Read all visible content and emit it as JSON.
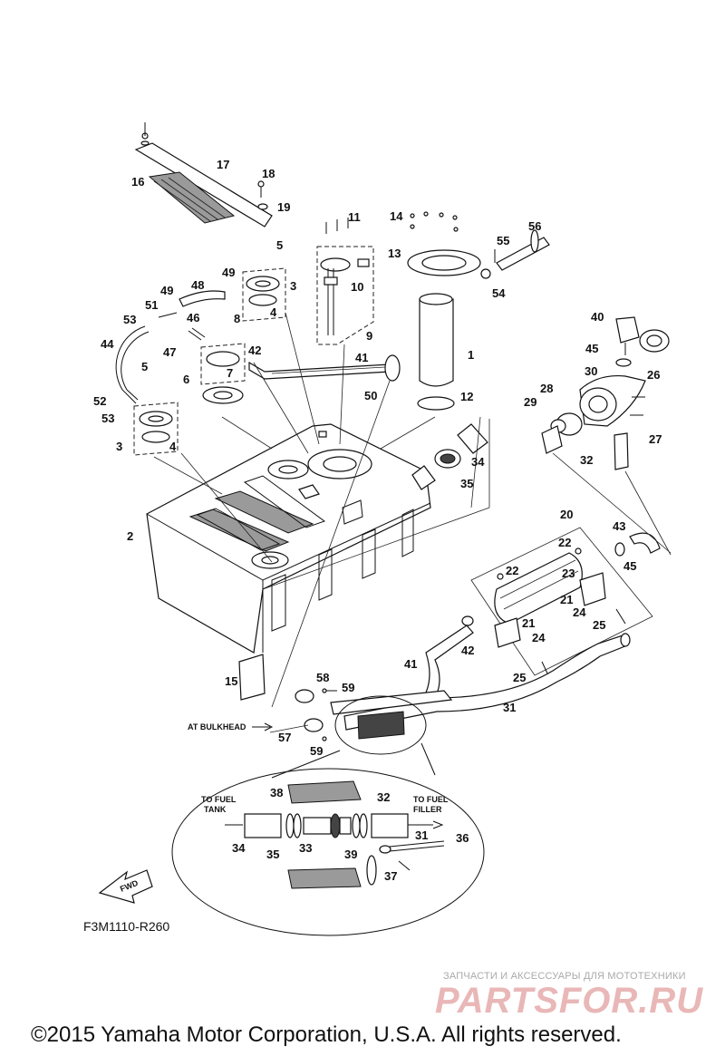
{
  "diagram_code": "F3M1110-R260",
  "watermark": {
    "subtitle": "ЗАПЧАСТИ И АКСЕССУАРЫ ДЛЯ МОТОТЕХНИКИ",
    "logo": "PARTSFOR.RU"
  },
  "copyright": "©2015 Yamaha Motor Corporation, U.S.A. All rights reserved.",
  "notes": {
    "at_bulkhead": "AT BULKHEAD",
    "to_fuel_tank_1": "TO FUEL",
    "to_fuel_tank_2": "TANK",
    "to_fuel_filler_1": "TO FUEL",
    "to_fuel_filler_2": "FILLER",
    "fwd": "FWD"
  },
  "labels": [
    {
      "id": "1",
      "text": "1"
    },
    {
      "id": "2",
      "text": "2"
    },
    {
      "id": "3a",
      "text": "3"
    },
    {
      "id": "3b",
      "text": "3"
    },
    {
      "id": "4a",
      "text": "4"
    },
    {
      "id": "4b",
      "text": "4"
    },
    {
      "id": "5a",
      "text": "5"
    },
    {
      "id": "5b",
      "text": "5"
    },
    {
      "id": "6",
      "text": "6"
    },
    {
      "id": "7",
      "text": "7"
    },
    {
      "id": "8",
      "text": "8"
    },
    {
      "id": "9",
      "text": "9"
    },
    {
      "id": "10",
      "text": "10"
    },
    {
      "id": "11",
      "text": "11"
    },
    {
      "id": "12",
      "text": "12"
    },
    {
      "id": "13",
      "text": "13"
    },
    {
      "id": "14",
      "text": "14"
    },
    {
      "id": "15",
      "text": "15"
    },
    {
      "id": "16",
      "text": "16"
    },
    {
      "id": "17",
      "text": "17"
    },
    {
      "id": "18",
      "text": "18"
    },
    {
      "id": "19",
      "text": "19"
    },
    {
      "id": "20",
      "text": "20"
    },
    {
      "id": "21a",
      "text": "21"
    },
    {
      "id": "21b",
      "text": "21"
    },
    {
      "id": "22a",
      "text": "22"
    },
    {
      "id": "22b",
      "text": "22"
    },
    {
      "id": "23",
      "text": "23"
    },
    {
      "id": "24a",
      "text": "24"
    },
    {
      "id": "24b",
      "text": "24"
    },
    {
      "id": "25a",
      "text": "25"
    },
    {
      "id": "25b",
      "text": "25"
    },
    {
      "id": "26",
      "text": "26"
    },
    {
      "id": "27",
      "text": "27"
    },
    {
      "id": "28",
      "text": "28"
    },
    {
      "id": "29",
      "text": "29"
    },
    {
      "id": "30",
      "text": "30"
    },
    {
      "id": "31a",
      "text": "31"
    },
    {
      "id": "31b",
      "text": "31"
    },
    {
      "id": "32a",
      "text": "32"
    },
    {
      "id": "32b",
      "text": "32"
    },
    {
      "id": "33",
      "text": "33"
    },
    {
      "id": "34a",
      "text": "34"
    },
    {
      "id": "34b",
      "text": "34"
    },
    {
      "id": "35a",
      "text": "35"
    },
    {
      "id": "35b",
      "text": "35"
    },
    {
      "id": "36",
      "text": "36"
    },
    {
      "id": "37",
      "text": "37"
    },
    {
      "id": "38",
      "text": "38"
    },
    {
      "id": "39",
      "text": "39"
    },
    {
      "id": "40",
      "text": "40"
    },
    {
      "id": "41a",
      "text": "41"
    },
    {
      "id": "41b",
      "text": "41"
    },
    {
      "id": "42a",
      "text": "42"
    },
    {
      "id": "42b",
      "text": "42"
    },
    {
      "id": "43",
      "text": "43"
    },
    {
      "id": "44",
      "text": "44"
    },
    {
      "id": "45a",
      "text": "45"
    },
    {
      "id": "45b",
      "text": "45"
    },
    {
      "id": "46",
      "text": "46"
    },
    {
      "id": "47",
      "text": "47"
    },
    {
      "id": "48",
      "text": "48"
    },
    {
      "id": "49a",
      "text": "49"
    },
    {
      "id": "49b",
      "text": "49"
    },
    {
      "id": "50",
      "text": "50"
    },
    {
      "id": "51",
      "text": "51"
    },
    {
      "id": "52",
      "text": "52"
    },
    {
      "id": "53a",
      "text": "53"
    },
    {
      "id": "53b",
      "text": "53"
    },
    {
      "id": "54",
      "text": "54"
    },
    {
      "id": "55",
      "text": "55"
    },
    {
      "id": "56",
      "text": "56"
    },
    {
      "id": "57",
      "text": "57"
    },
    {
      "id": "58",
      "text": "58"
    },
    {
      "id": "59a",
      "text": "59"
    },
    {
      "id": "59b",
      "text": "59"
    }
  ]
}
